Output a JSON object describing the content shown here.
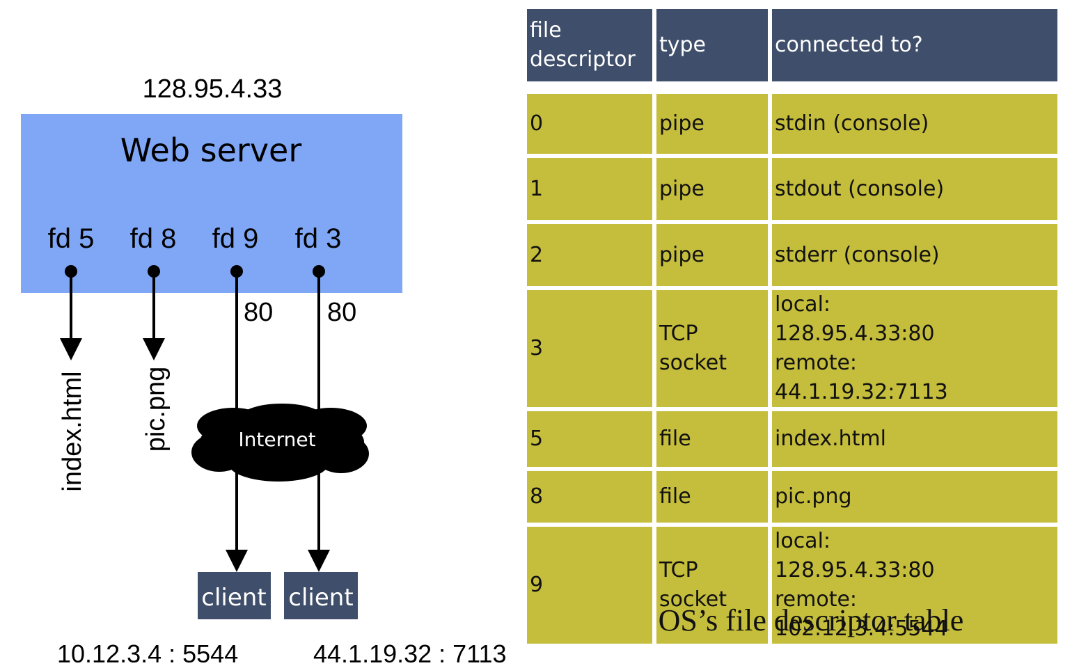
{
  "diagram": {
    "server_ip": "128.95.4.33",
    "server_label": "Web server",
    "fds": [
      {
        "label": "fd 5",
        "target": "index.html",
        "port": ""
      },
      {
        "label": "fd 8",
        "target": "pic.png",
        "port": ""
      },
      {
        "label": "fd 9",
        "target": "",
        "port": "80"
      },
      {
        "label": "fd 3",
        "target": "",
        "port": "80"
      }
    ],
    "internet_label": "Internet",
    "clients": [
      {
        "label": "client",
        "address": "10.12.3.4 : 5544"
      },
      {
        "label": "client",
        "address": "44.1.19.32 : 7113"
      }
    ],
    "colors": {
      "server_box": "#7fa7f5",
      "client_box": "#3f4e6a",
      "header_bg": "#3f4e6a",
      "row_bg": "#c5bd3c"
    }
  },
  "table": {
    "headers": {
      "fd_line1": "file",
      "fd_line2": "descriptor",
      "type": "type",
      "connected": "connected to?"
    },
    "rows": [
      {
        "fd": "0",
        "type_line1": "pipe",
        "type_line2": "",
        "conn_key1": "stdin (console)",
        "conn_val1": "",
        "conn_key2": "",
        "conn_val2": ""
      },
      {
        "fd": "1",
        "type_line1": "pipe",
        "type_line2": "",
        "conn_key1": "stdout (console)",
        "conn_val1": "",
        "conn_key2": "",
        "conn_val2": ""
      },
      {
        "fd": "2",
        "type_line1": "pipe",
        "type_line2": "",
        "conn_key1": "stderr (console)",
        "conn_val1": "",
        "conn_key2": "",
        "conn_val2": ""
      },
      {
        "fd": "3",
        "type_line1": "TCP",
        "type_line2": "socket",
        "conn_key1": "local:",
        "conn_val1": "128.95.4.33:80",
        "conn_key2": "remote:",
        "conn_val2": "44.1.19.32:7113"
      },
      {
        "fd": "5",
        "type_line1": "file",
        "type_line2": "",
        "conn_key1": "index.html",
        "conn_val1": "",
        "conn_key2": "",
        "conn_val2": ""
      },
      {
        "fd": "8",
        "type_line1": "file",
        "type_line2": "",
        "conn_key1": "pic.png",
        "conn_val1": "",
        "conn_key2": "",
        "conn_val2": ""
      },
      {
        "fd": "9",
        "type_line1": "TCP",
        "type_line2": "socket",
        "conn_key1": "local:",
        "conn_val1": "128.95.4.33:80",
        "conn_key2": "remote:",
        "conn_val2": "102.12.3.4:5544"
      }
    ],
    "caption": "OS’s file descriptor table"
  }
}
